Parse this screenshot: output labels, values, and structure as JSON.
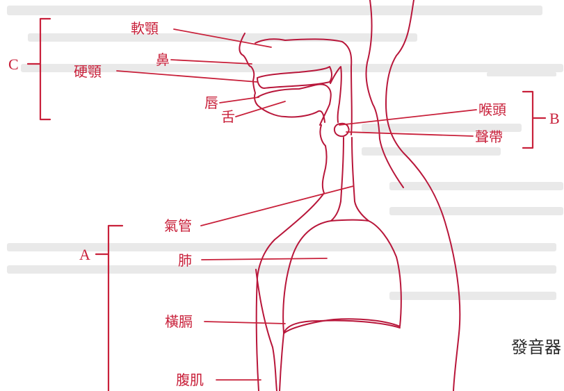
{
  "colors": {
    "label": "#c8203a",
    "outline": "#b8163a",
    "caption": "#2a2a2a"
  },
  "labels": {
    "soft_palate": "軟顎",
    "nose": "鼻",
    "hard_palate": "硬顎",
    "lips": "唇",
    "tongue": "舌",
    "larynx": "喉頭",
    "vocal_cords": "聲帶",
    "trachea": "氣管",
    "lungs": "肺",
    "diaphragm": "橫膈",
    "abdominal_muscles": "腹肌"
  },
  "groups": {
    "a": "A",
    "b": "B",
    "c": "C"
  },
  "caption": "發音器"
}
